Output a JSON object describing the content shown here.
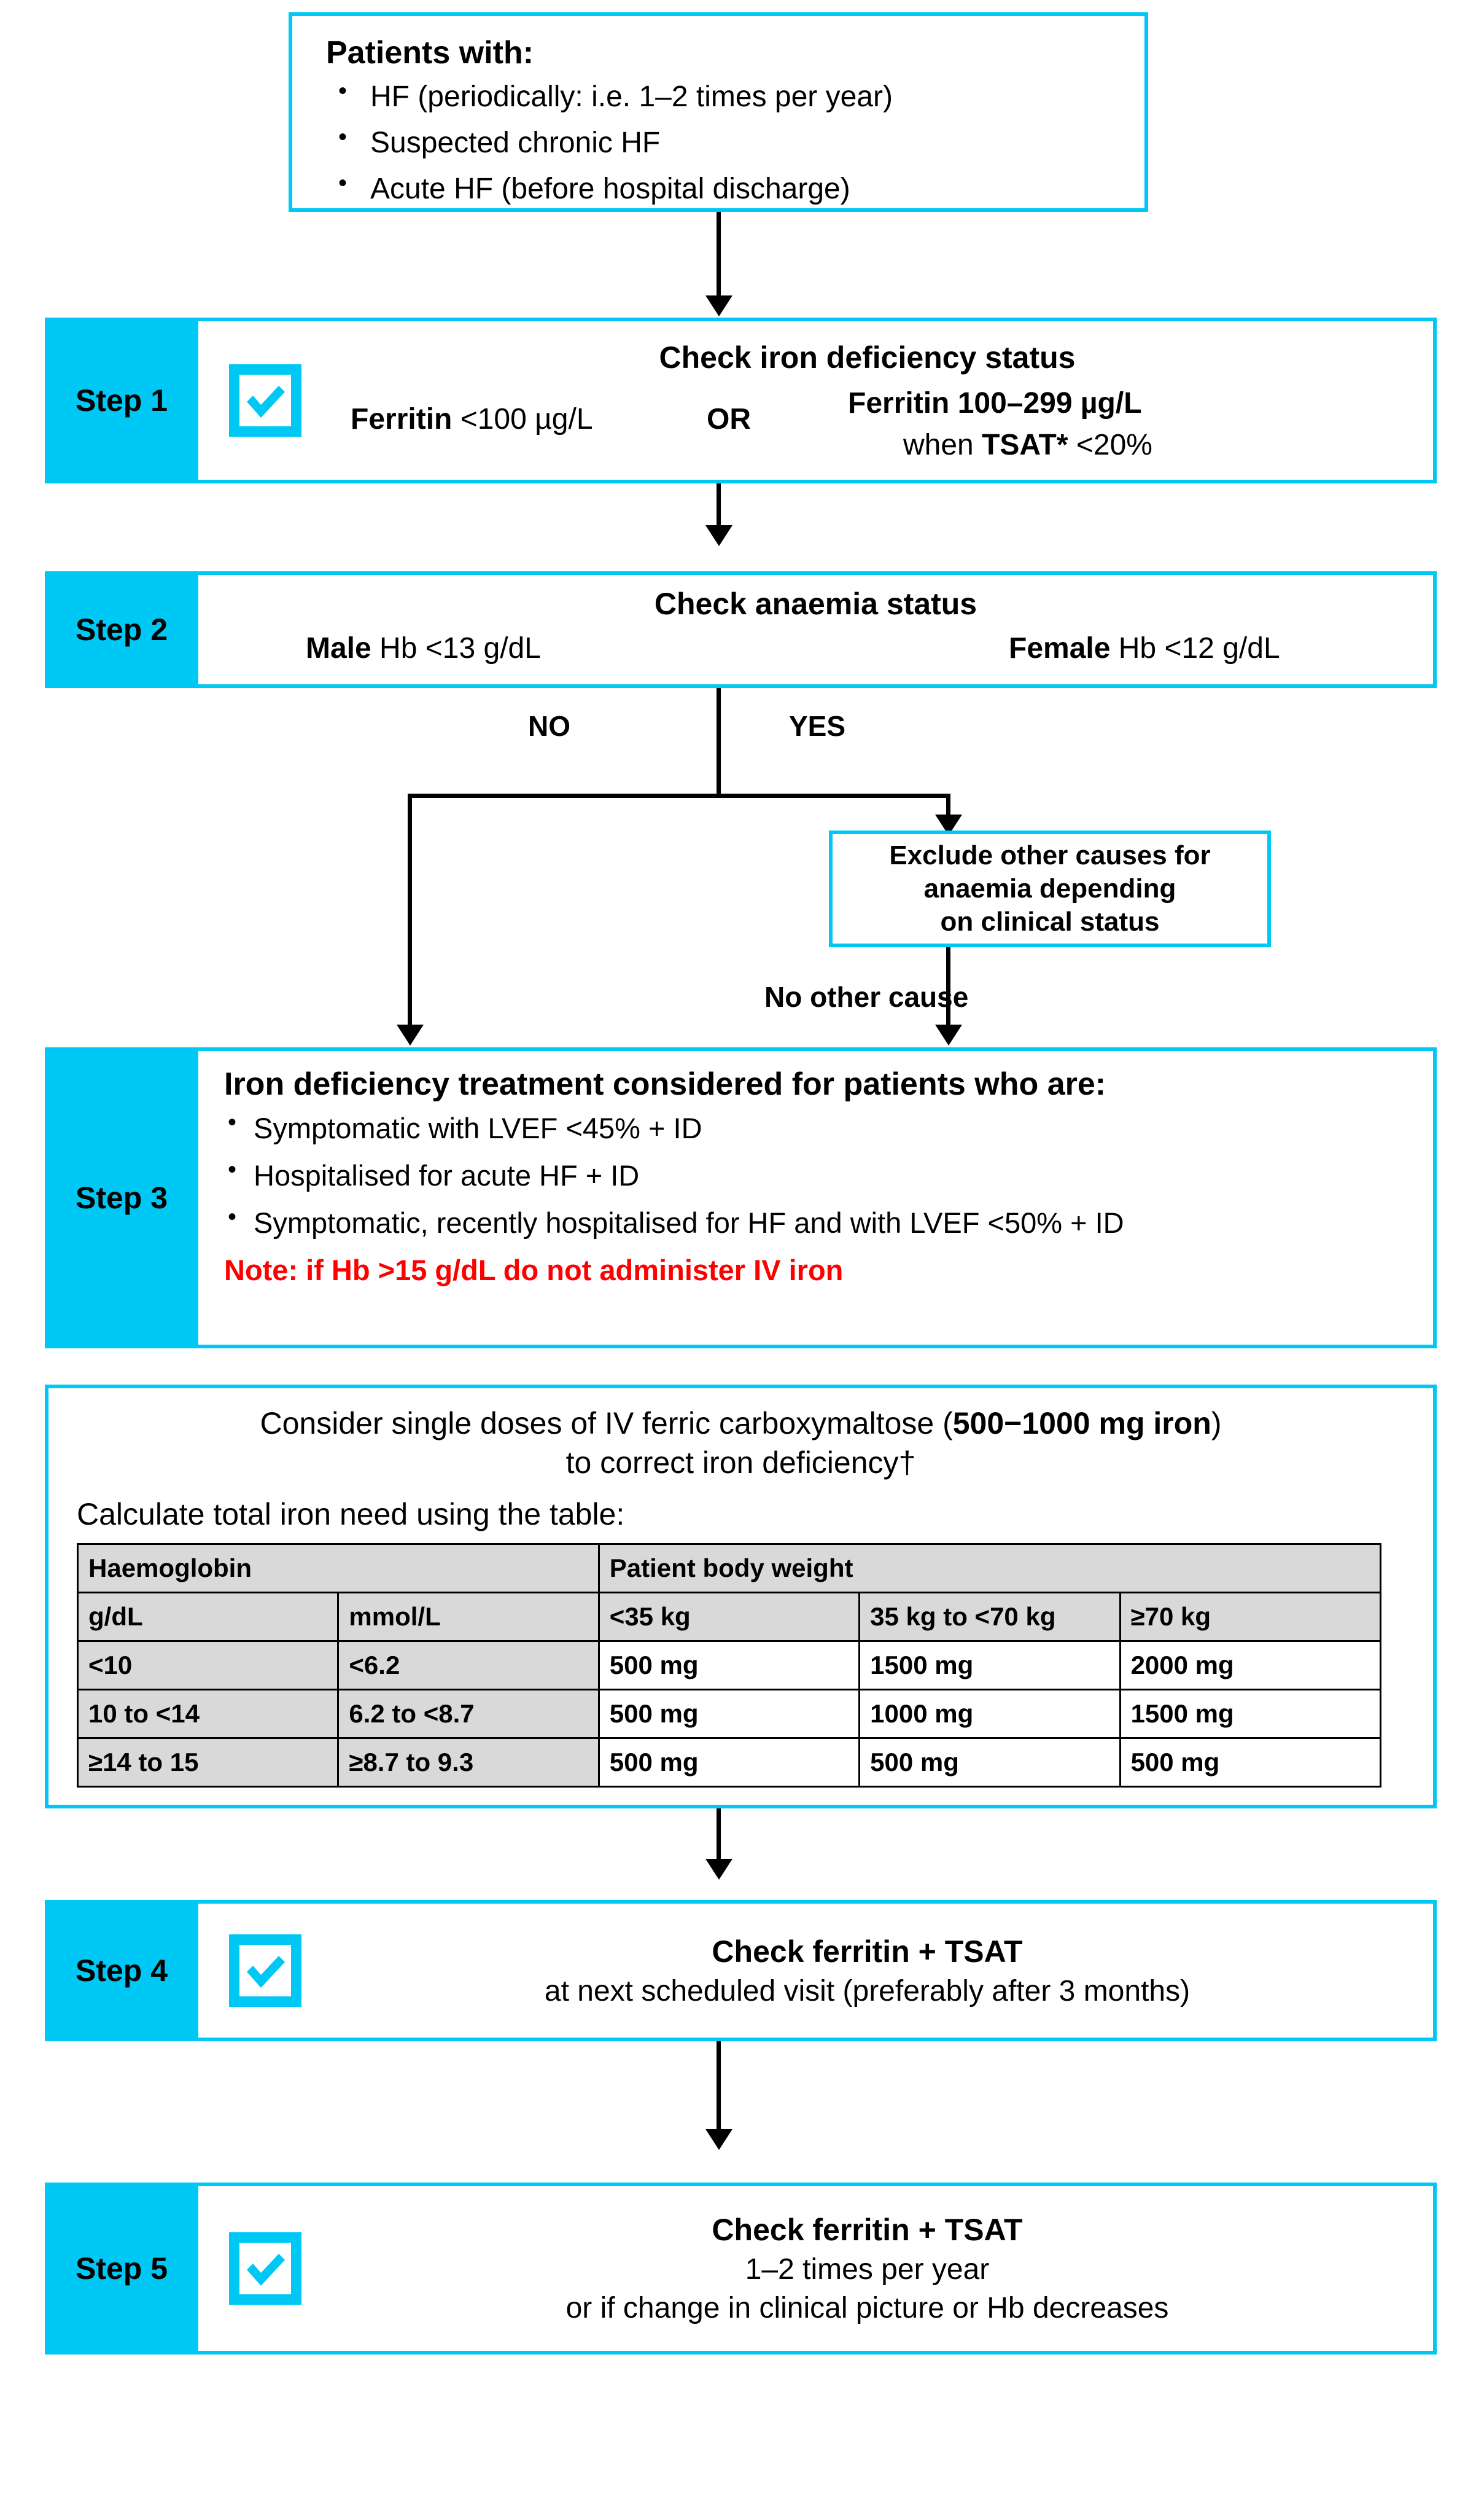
{
  "patients": {
    "title": "Patients with:",
    "items": [
      "HF (periodically: i.e. 1–2  times per year)",
      "Suspected chronic HF",
      "Acute HF (before hospital discharge)"
    ]
  },
  "step1": {
    "label": "Step 1",
    "title": "Check iron deficiency status",
    "left_criterion": "Ferritin <100 µg/L",
    "or": "OR",
    "right_criterion_line1": "Ferritin 100–299 µg/L",
    "right_criterion_line2": "when TSAT* <20%",
    "checkbox_icon": "checkbox-checked-icon"
  },
  "step2": {
    "label": "Step 2",
    "title": "Check anaemia status",
    "male": "Male Hb <13 g/dL",
    "female": "Female Hb <12 g/dL"
  },
  "branch": {
    "no_label": "NO",
    "yes_label": "YES",
    "no_other_cause": "No other cause"
  },
  "exclude_box": {
    "line1": "Exclude other causes for",
    "line2": "anaemia depending",
    "line3": "on clinical status"
  },
  "step3": {
    "label": "Step 3",
    "title": "Iron deficiency treatment considered for patients who are:",
    "items": [
      "Symptomatic with LVEF <45% + ID",
      "Hospitalised for acute HF + ID",
      "Symptomatic, recently hospitalised for HF and with LVEF <50% + ID"
    ],
    "note": "Note: if Hb >15 g/dL do not administer IV iron",
    "note_color": "#FF0000"
  },
  "dosing": {
    "line1_prefix": "Consider single doses of IV ferric carboxymaltose (",
    "line1_bold": "500−1000 mg iron",
    "line1_suffix": ")",
    "line2": "to correct iron deficiency†",
    "calc_label": "Calculate total iron need using the table:"
  },
  "chart_data": {
    "type": "table",
    "title": "Calculate total iron need using the table:",
    "group_headers": [
      "Haemoglobin",
      "Patient body weight"
    ],
    "columns": [
      "g/dL",
      "mmol/L",
      "<35 kg",
      "35 kg to <70 kg",
      "≥70 kg"
    ],
    "rows": [
      [
        "<10",
        "<6.2",
        "500 mg",
        "1500 mg",
        "2000 mg"
      ],
      [
        "10 to <14",
        "6.2 to <8.7",
        "500 mg",
        "1000 mg",
        "1500 mg"
      ],
      [
        "≥14 to 15",
        "≥8.7 to 9.3",
        "500 mg",
        "500 mg",
        "500 mg"
      ]
    ]
  },
  "step4": {
    "label": "Step 4",
    "line1": "Check ferritin + TSAT",
    "line2": "at next scheduled visit (preferably after 3 months)",
    "checkbox_icon": "checkbox-checked-icon"
  },
  "step5": {
    "label": "Step 5",
    "line1": "Check ferritin + TSAT",
    "line2": "1–2 times per year",
    "line3": "or if change in clinical picture or Hb decreases",
    "checkbox_icon": "checkbox-checked-icon"
  },
  "colors": {
    "accent_cyan": "#00C8F5",
    "note_red": "#FF0000",
    "table_header_grey": "#D9D9D9"
  }
}
